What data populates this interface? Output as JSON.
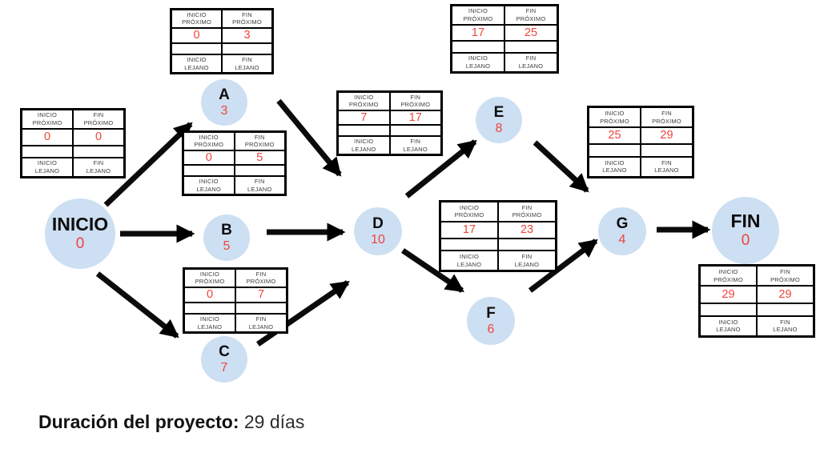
{
  "diagram": {
    "colors": {
      "node_fill": "#cddff2",
      "value_red": "#ef443e",
      "arrow_black": "#0b0b0b"
    },
    "table_headers": {
      "tl": "INICIO\nPRÓXIMO",
      "tr": "FIN\nPRÓXIMO",
      "bl": "INICIO\nLEJANO",
      "br": "FIN\nLEJANO"
    },
    "nodes": [
      {
        "id": "INICIO",
        "label": "INICIO",
        "value": "0",
        "table": {
          "inicio_proximo": "0",
          "fin_proximo": "0",
          "inicio_lejano": "",
          "fin_lejano": ""
        }
      },
      {
        "id": "A",
        "label": "A",
        "value": "3",
        "table": {
          "inicio_proximo": "0",
          "fin_proximo": "3",
          "inicio_lejano": "",
          "fin_lejano": ""
        }
      },
      {
        "id": "B",
        "label": "B",
        "value": "5",
        "table": {
          "inicio_proximo": "0",
          "fin_proximo": "5",
          "inicio_lejano": "",
          "fin_lejano": ""
        }
      },
      {
        "id": "C",
        "label": "C",
        "value": "7",
        "table": {
          "inicio_proximo": "0",
          "fin_proximo": "7",
          "inicio_lejano": "",
          "fin_lejano": ""
        }
      },
      {
        "id": "D",
        "label": "D",
        "value": "10",
        "table": {
          "inicio_proximo": "7",
          "fin_proximo": "17",
          "inicio_lejano": "",
          "fin_lejano": ""
        }
      },
      {
        "id": "E",
        "label": "E",
        "value": "8",
        "table": {
          "inicio_proximo": "17",
          "fin_proximo": "25",
          "inicio_lejano": "",
          "fin_lejano": ""
        }
      },
      {
        "id": "F",
        "label": "F",
        "value": "6",
        "table": {
          "inicio_proximo": "17",
          "fin_proximo": "23",
          "inicio_lejano": "",
          "fin_lejano": ""
        }
      },
      {
        "id": "G",
        "label": "G",
        "value": "4",
        "table": {
          "inicio_proximo": "25",
          "fin_proximo": "29",
          "inicio_lejano": "",
          "fin_lejano": ""
        }
      },
      {
        "id": "FIN",
        "label": "FIN",
        "value": "0",
        "table": {
          "inicio_proximo": "29",
          "fin_proximo": "29",
          "inicio_lejano": "",
          "fin_lejano": ""
        }
      }
    ],
    "edges": [
      [
        "INICIO",
        "A"
      ],
      [
        "INICIO",
        "B"
      ],
      [
        "INICIO",
        "C"
      ],
      [
        "A",
        "D"
      ],
      [
        "B",
        "D"
      ],
      [
        "C",
        "D"
      ],
      [
        "D",
        "E"
      ],
      [
        "D",
        "F"
      ],
      [
        "E",
        "G"
      ],
      [
        "F",
        "G"
      ],
      [
        "G",
        "FIN"
      ]
    ]
  },
  "caption": {
    "label": "Duración del proyecto:",
    "value": " 29 días"
  }
}
